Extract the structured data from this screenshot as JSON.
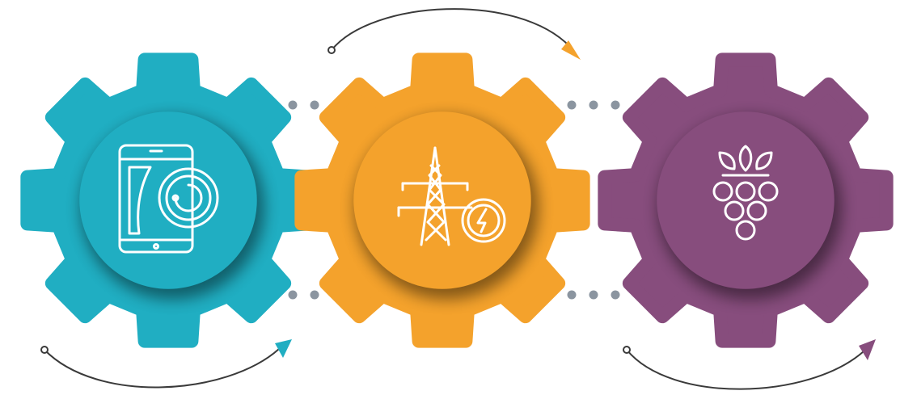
{
  "colors": {
    "teal": "#20aec2",
    "orange": "#f4a22c",
    "purple": "#874d7d",
    "dots": "#8b95a0",
    "arrow_line": "#3a3a3a",
    "icon_stroke": "#ffffff"
  },
  "gears": [
    {
      "id": "mobile-solar",
      "color": "teal",
      "icon": "smartphone-solar-icon"
    },
    {
      "id": "power-grid",
      "color": "orange",
      "icon": "power-tower-energy-icon"
    },
    {
      "id": "agriculture",
      "color": "purple",
      "icon": "grapes-leaves-icon"
    }
  ],
  "arrows": [
    {
      "id": "arrow-1",
      "color": "teal"
    },
    {
      "id": "arrow-2",
      "color": "orange"
    },
    {
      "id": "arrow-3",
      "color": "purple"
    }
  ]
}
